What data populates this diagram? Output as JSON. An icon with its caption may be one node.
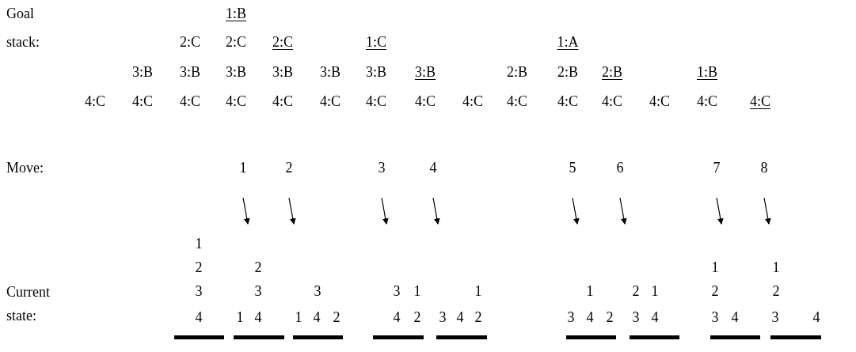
{
  "diagram": {
    "labels": [
      "Goal stack:",
      "1:B",
      "2:C",
      "2:C",
      "2:C",
      "1:C",
      "1:A",
      "3:B",
      "3:B",
      "3:B",
      "3:B",
      "3:B",
      "3:B",
      "3:B",
      "2:B",
      "2:B",
      "2:B",
      "1:B",
      "4:C",
      "4:C",
      "4:C",
      "4:C",
      "4:C",
      "4:C",
      "4:C",
      "4:C",
      "4:C",
      "4:C",
      "4:C",
      "4:C",
      "4:C",
      "4:C",
      "4:C",
      "Move:",
      "1",
      "2",
      "3",
      "4",
      "5",
      "6",
      "7",
      "8",
      "Current state:",
      "1",
      "2",
      "2",
      "1",
      "1",
      "3",
      "3",
      "3",
      "3",
      "1",
      "1",
      "1",
      "2",
      "1",
      "2",
      "2",
      "4",
      "1",
      "4",
      "1",
      "4",
      "2",
      "4",
      "2",
      "3",
      "4",
      "2",
      "3",
      "4",
      "2",
      "3",
      "4",
      "3",
      "4",
      "3",
      "4"
    ]
  }
}
